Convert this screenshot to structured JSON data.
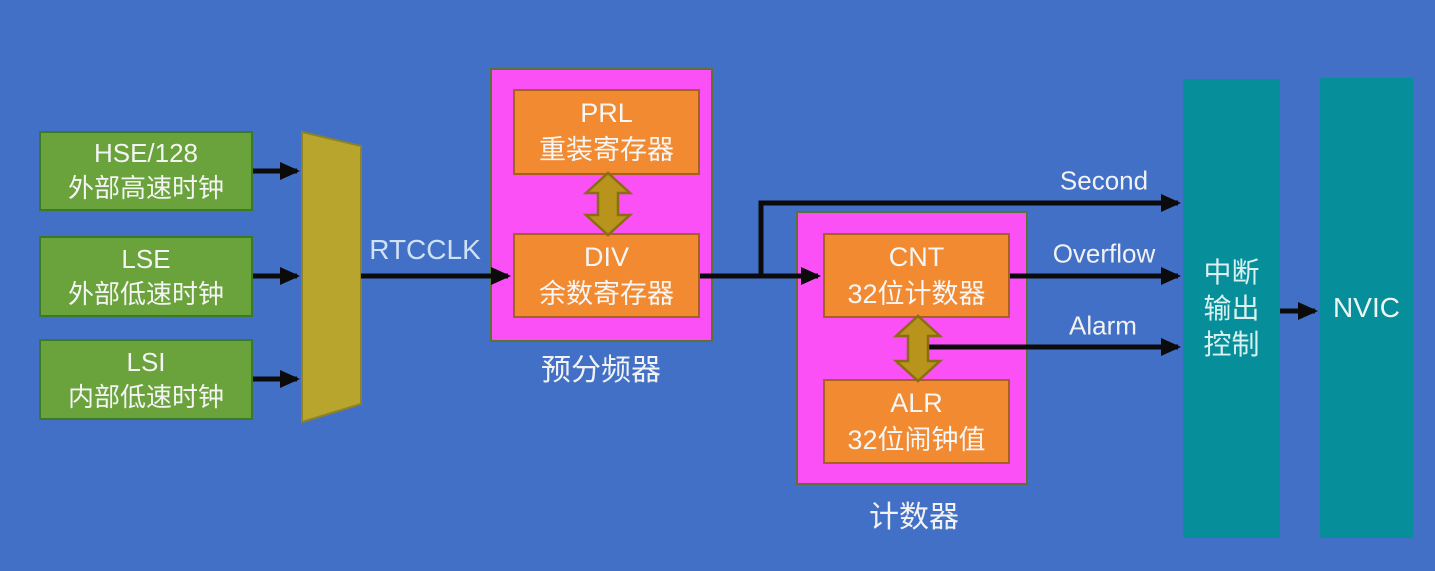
{
  "colors": {
    "background": "#4170c6",
    "clock_box": "#6aa23c",
    "clock_box_border": "#3b7a25",
    "mux_fill": "#b7a52e",
    "mux_border": "#8f8224",
    "group_box": "#fb50f5",
    "group_box_border": "#5c7134",
    "register_box": "#f18a30",
    "register_box_border": "#a7611d",
    "output_box": "#068e9a",
    "double_arrow_fill": "#b8941d",
    "double_arrow_border": "#8a6d12",
    "line": "#0b0b0b",
    "text": "#f2f2f2"
  },
  "clock_sources": [
    {
      "name": "HSE/128",
      "desc": "外部高速时钟"
    },
    {
      "name": "LSE",
      "desc": "外部低速时钟"
    },
    {
      "name": "LSI",
      "desc": "内部低速时钟"
    }
  ],
  "mux_output": "RTCCLK",
  "prescaler": {
    "caption": "预分频器",
    "prl": {
      "name": "PRL",
      "desc": "重装寄存器"
    },
    "div": {
      "name": "DIV",
      "desc": "余数寄存器"
    }
  },
  "counter": {
    "caption": "计数器",
    "cnt": {
      "name": "CNT",
      "desc": "32位计数器"
    },
    "alr": {
      "name": "ALR",
      "desc": "32位闹钟值"
    }
  },
  "signals": {
    "second": "Second",
    "overflow": "Overflow",
    "alarm": "Alarm"
  },
  "interrupt_output_control": {
    "line1": "中断",
    "line2": "输出",
    "line3": "控制"
  },
  "nvic": "NVIC"
}
